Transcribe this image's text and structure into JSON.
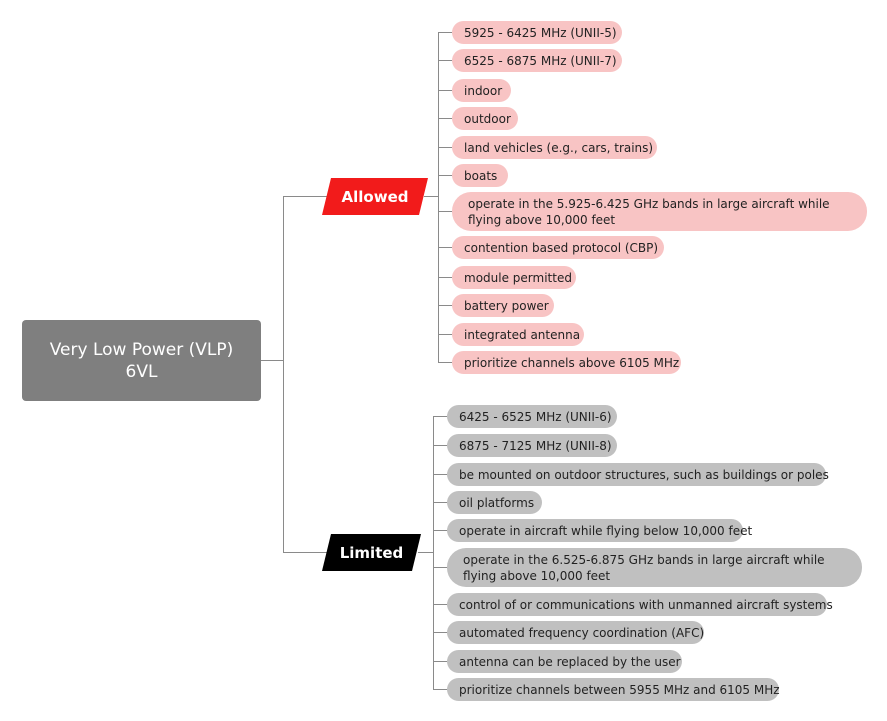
{
  "root": {
    "line1": "Very Low Power (VLP)",
    "line2": "6VL"
  },
  "colors": {
    "allowed": "#f21b1b",
    "allowed_pill": "#f8c4c4",
    "limited": "#000000",
    "limited_pill": "#c0c0c0",
    "root": "#7f7f7f",
    "connector": "#8a8a8a"
  },
  "allowed": {
    "label": "Allowed",
    "items": [
      "5925 - 6425 MHz (UNII-5)",
      "6525 - 6875 MHz (UNII-7)",
      "indoor",
      "outdoor",
      "land vehicles (e.g., cars, trains)",
      "boats",
      "operate in the 5.925-6.425 GHz bands in large aircraft while flying above 10,000 feet",
      "contention based protocol (CBP)",
      "module permitted",
      "battery power",
      "integrated antenna",
      "prioritize channels above 6105 MHz"
    ]
  },
  "limited": {
    "label": "Limited",
    "items": [
      "6425 - 6525 MHz (UNII-6)",
      "6875 - 7125 MHz (UNII-8)",
      "be mounted on outdoor structures, such as buildings or poles",
      "oil platforms",
      "operate in aircraft while flying below 10,000 feet",
      "operate in the 6.525-6.875 GHz bands in large aircraft while flying above 10,000 feet",
      "control of or communications with unmanned aircraft systems",
      "automated frequency coordination (AFC)",
      "antenna can be replaced by the user",
      "prioritize channels between 5955 MHz and 6105 MHz"
    ]
  }
}
